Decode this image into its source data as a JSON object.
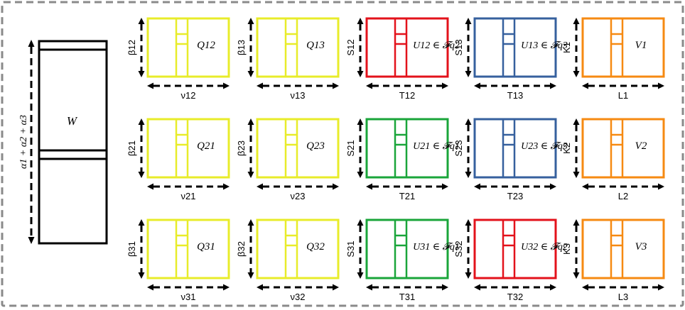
{
  "W": {
    "label": "W",
    "side_label": "α1 + α2 + α3"
  },
  "grid": [
    [
      {
        "label": "Q12",
        "color": "#e8ec2a",
        "left": "β12",
        "bottom": "ν12"
      },
      {
        "label": "Q13",
        "color": "#e8ec2a",
        "left": "β13",
        "bottom": "ν13"
      },
      {
        "label": "U12 ∈ 𝓕q2",
        "color": "#e3121b",
        "left": "S12",
        "bottom": "T12"
      },
      {
        "label": "U13 ∈ 𝓕q3",
        "color": "#36609e",
        "left": "S13",
        "bottom": "T13"
      },
      {
        "label": "V1",
        "color": "#f68a12",
        "left": "K1",
        "bottom": "L1"
      }
    ],
    [
      {
        "label": "Q21",
        "color": "#e8ec2a",
        "left": "β21",
        "bottom": "ν21"
      },
      {
        "label": "Q23",
        "color": "#e8ec2a",
        "left": "β23",
        "bottom": "ν23"
      },
      {
        "label": "U21 ∈ 𝓕q1",
        "color": "#1aa53a",
        "left": "S21",
        "bottom": "T21"
      },
      {
        "label": "U23 ∈ 𝓕q3",
        "color": "#36609e",
        "left": "S23",
        "bottom": "T23"
      },
      {
        "label": "V2",
        "color": "#f68a12",
        "left": "K2",
        "bottom": "L2"
      }
    ],
    [
      {
        "label": "Q31",
        "color": "#e8ec2a",
        "left": "β31",
        "bottom": "ν31"
      },
      {
        "label": "Q32",
        "color": "#e8ec2a",
        "left": "β32",
        "bottom": "ν32"
      },
      {
        "label": "U31 ∈ 𝓕q1",
        "color": "#1aa53a",
        "left": "S31",
        "bottom": "T31"
      },
      {
        "label": "U32 ∈ 𝓕q2",
        "color": "#e3121b",
        "left": "S32",
        "bottom": "T32"
      },
      {
        "label": "V3",
        "color": "#f68a12",
        "left": "K3",
        "bottom": "L3"
      }
    ]
  ]
}
